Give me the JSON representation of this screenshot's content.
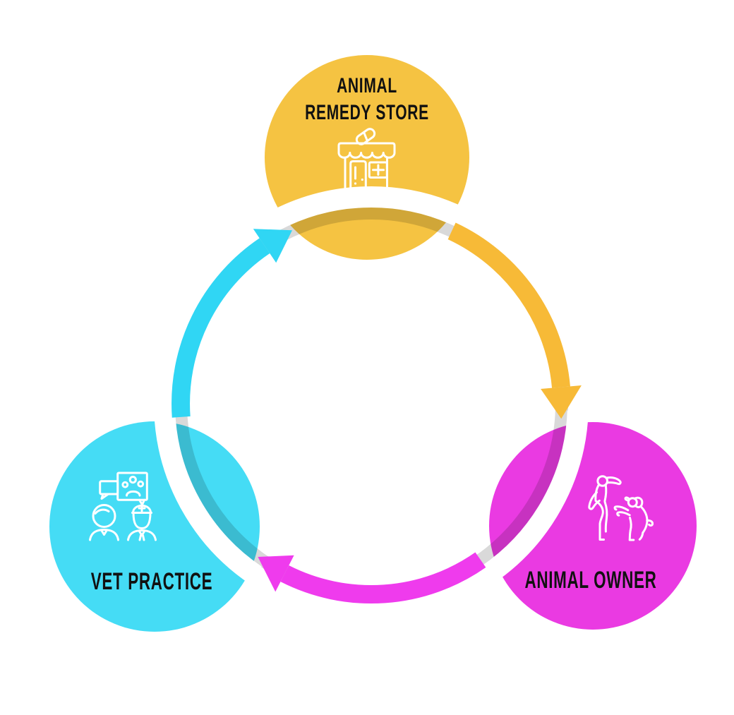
{
  "diagram": {
    "type": "cycle-diagram",
    "background_color": "#FFFFFF",
    "ring_color": "#D9D9D9",
    "label_color": "#111111",
    "icon_stroke_color": "#FFFFFF",
    "nodes": [
      {
        "id": "animal-remedy-store",
        "label_lines": [
          "ANIMAL",
          "REMEDY STORE"
        ],
        "color": "#F5C342",
        "icon": "storefront-with-pill-icon"
      },
      {
        "id": "animal-owner",
        "label_lines": [
          "ANIMAL OWNER"
        ],
        "color": "#EA3AE2",
        "icon": "person-playing-with-dog-icon"
      },
      {
        "id": "vet-practice",
        "label_lines": [
          "VET PRACTICE"
        ],
        "color": "#45DCF5",
        "icon": "vet-and-client-chat-icon"
      }
    ],
    "edges": [
      {
        "from": "animal-remedy-store",
        "to": "animal-owner",
        "color": "#F7BA37",
        "direction": "clockwise"
      },
      {
        "from": "animal-owner",
        "to": "vet-practice",
        "color": "#EF3BED",
        "direction": "clockwise"
      },
      {
        "from": "vet-practice",
        "to": "animal-remedy-store",
        "color": "#30D6F4",
        "direction": "clockwise"
      }
    ]
  }
}
